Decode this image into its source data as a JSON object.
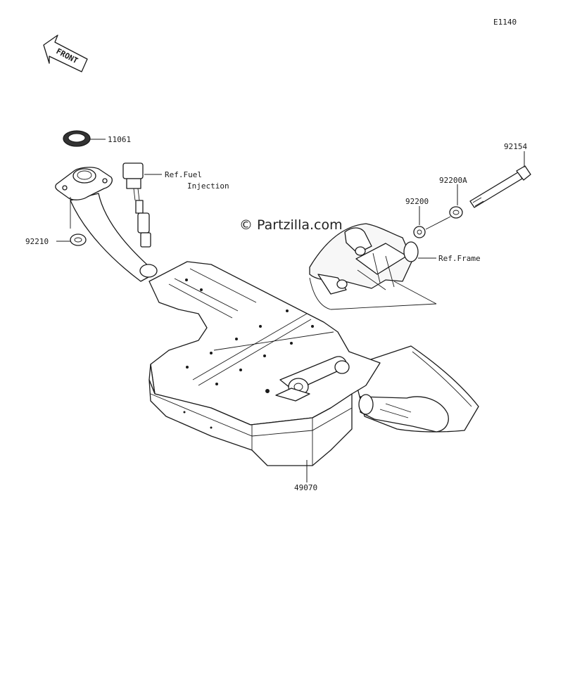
{
  "diagram_code": "E1140",
  "front_label": "FRONT",
  "watermark": "© Partzilla.com",
  "callouts": {
    "p11061": "11061",
    "ref_fuel_1": "Ref.Fuel",
    "ref_fuel_2": "Injection",
    "p92210": "92210",
    "p92154": "92154",
    "p92200a": "92200A",
    "p92200": "92200",
    "ref_frame": "Ref.Frame",
    "p49070": "49070"
  }
}
